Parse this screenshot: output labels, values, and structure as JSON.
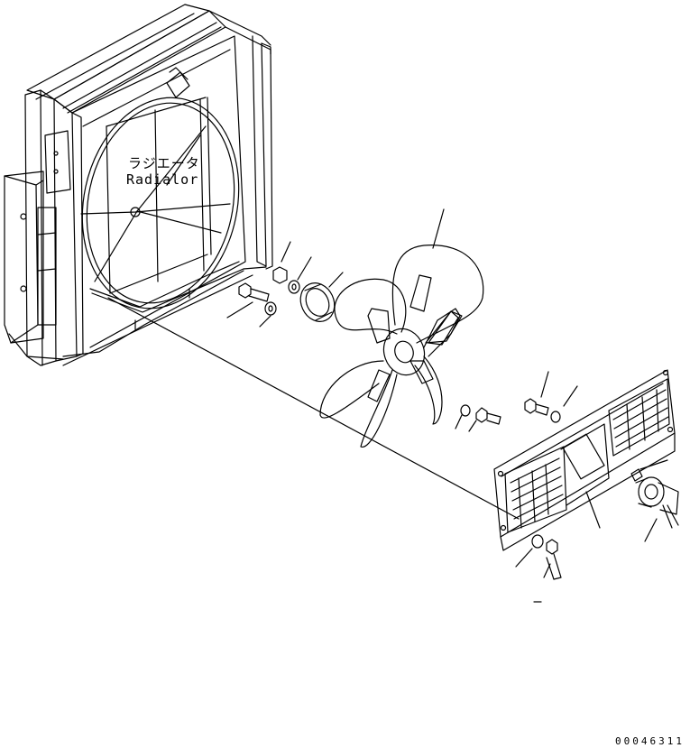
{
  "diagram": {
    "radiator_label_jp": "ラジエータ",
    "radiator_label_en": "Radialor",
    "drawing_number": "00046311",
    "line_color": "#000000",
    "background": "#ffffff"
  }
}
